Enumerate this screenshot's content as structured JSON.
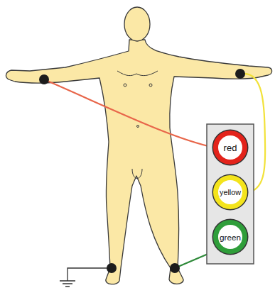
{
  "diagram": {
    "nodes": [
      {
        "text": [
          "red"
        ]
      },
      {
        "text": [
          "yellow"
        ]
      },
      {
        "text": [
          "green"
        ]
      }
    ]
  }
}
